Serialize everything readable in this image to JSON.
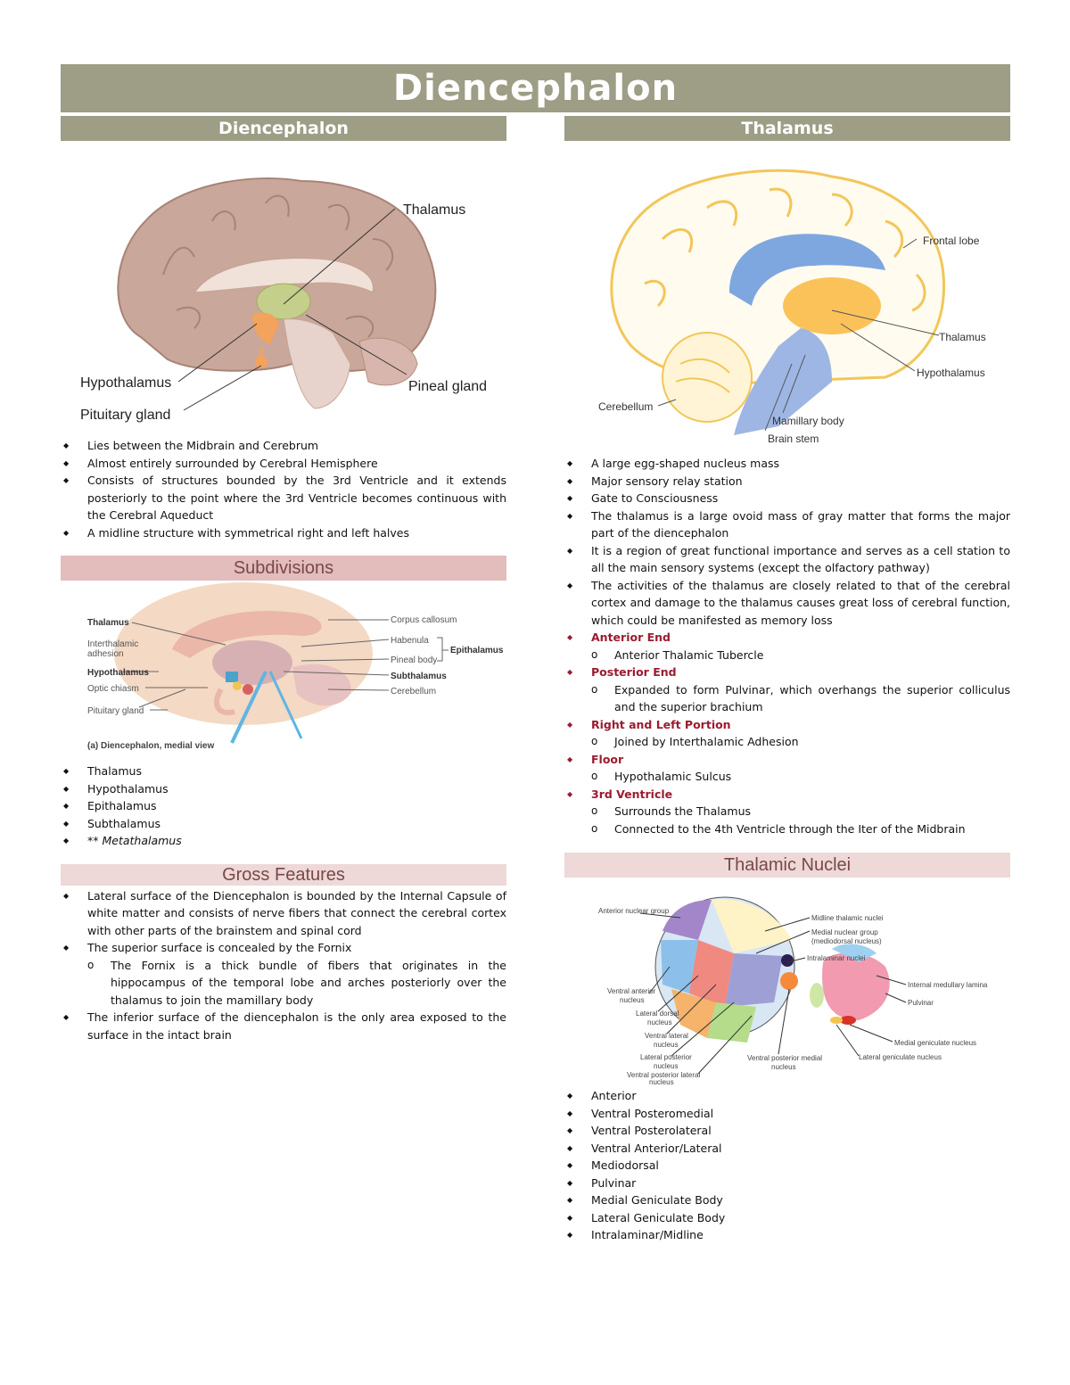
{
  "page_title": "Diencephalon",
  "left": {
    "heading": "Diencephalon",
    "figure1_labels": {
      "thalamus": "Thalamus",
      "hypothalamus": "Hypothalamus",
      "pituitary": "Pituitary gland",
      "pineal": "Pineal gland"
    },
    "bullets": [
      "Lies between the Midbrain and Cerebrum",
      "Almost entirely surrounded by Cerebral Hemisphere",
      "Consists of structures bounded by the 3rd Ventricle and it extends posteriorly to the point where the 3rd Ventricle becomes continuous with the Cerebral Aqueduct",
      "A midline structure with symmetrical right and left halves"
    ],
    "subdivisions": {
      "heading": "Subdivisions",
      "figure_labels": {
        "thalamus": "Thalamus",
        "interthalamic": "Interthalamic",
        "adhesion": "adhesion",
        "hypothalamus": "Hypothalamus",
        "optic_chiasm": "Optic chiasm",
        "pituitary": "Pituitary gland",
        "corpus_callosum": "Corpus callosum",
        "habenula": "Habenula",
        "pineal_body": "Pineal body",
        "epithalamus": "Epithalamus",
        "subthalamus": "Subthalamus",
        "cerebellum": "Cerebellum",
        "caption": "(a) Diencephalon, medial view"
      },
      "items": [
        "Thalamus",
        "Hypothalamus",
        "Epithalamus",
        "Subthalamus",
        "** Metathalamus"
      ]
    },
    "gross": {
      "heading": "Gross Features",
      "items": [
        "Lateral surface of the Diencephalon is bounded by the Internal Capsule of white matter and consists of nerve fibers that connect the cerebral cortex with other parts of the brainstem and spinal cord",
        "The superior surface is concealed by the Fornix",
        "The Fornix is a thick bundle of fibers that originates in the hippocampus of the temporal lobe and arches posteriorly over the thalamus to join the mamillary body",
        "The inferior surface of the diencephalon is the only area exposed to the surface in the intact brain"
      ]
    }
  },
  "right": {
    "heading": "Thalamus",
    "figure_labels": {
      "frontal": "Frontal lobe",
      "thalamus": "Thalamus",
      "hypothalamus": "Hypothalamus",
      "cerebellum": "Cerebellum",
      "mamillary": "Mamillary body",
      "brainstem": "Brain stem"
    },
    "bullets": [
      "A large egg-shaped nucleus mass",
      "Major sensory relay station",
      "Gate to Consciousness",
      "The thalamus is a large ovoid mass of gray matter that forms the major part of the diencephalon",
      "It is a region of great functional importance and serves as a cell station to all the main sensory systems (except the olfactory pathway)",
      "The activities of the thalamus are closely related to that of the cerebral cortex and damage to the thalamus causes great loss of cerebral function, which could be manifested as memory loss"
    ],
    "parts": [
      {
        "label": "Anterior End",
        "subs": [
          "Anterior Thalamic Tubercle"
        ]
      },
      {
        "label": "Posterior End",
        "subs": [
          "Expanded to form Pulvinar, which overhangs the superior colliculus and the superior brachium"
        ]
      },
      {
        "label": "Right and Left Portion",
        "subs": [
          "Joined by Interthalamic Adhesion"
        ]
      },
      {
        "label": "Floor",
        "subs": [
          "Hypothalamic Sulcus"
        ]
      },
      {
        "label": "3rd Ventricle",
        "subs": [
          "Surrounds the Thalamus",
          "Connected to the 4th Ventricle through the Iter of the Midbrain"
        ]
      }
    ],
    "nuclei": {
      "heading": "Thalamic Nuclei",
      "figure_labels": {
        "anterior_group": "Anterior nuclear group",
        "midline": "Midline thalamic nuclei",
        "medial_group": "Medial nuclear group",
        "mediodorsal": "(mediodorsal nucleus)",
        "intralaminar": "Intralaminar nuclei",
        "ventral_anterior": "Ventral anterior",
        "lateral_dorsal": "Lateral dorsal",
        "ventral_lateral": "Ventral lateral",
        "lateral_posterior": "Lateral posterior",
        "vpl": "Ventral posterior lateral",
        "vpm": "Ventral posterior medial",
        "nucleus": "nucleus",
        "internal_lamina": "Internal medullary lamina",
        "pulvinar": "Pulvinar",
        "mgn": "Medial geniculate nucleus",
        "lgn": "Lateral geniculate nucleus"
      },
      "items": [
        "Anterior",
        "Ventral Posteromedial",
        "Ventral Posterolateral",
        "Ventral Anterior/Lateral",
        "Mediodorsal",
        "Pulvinar",
        "Medial Geniculate Body",
        "Lateral Geniculate Body",
        "Intralaminar/Midline"
      ]
    }
  }
}
